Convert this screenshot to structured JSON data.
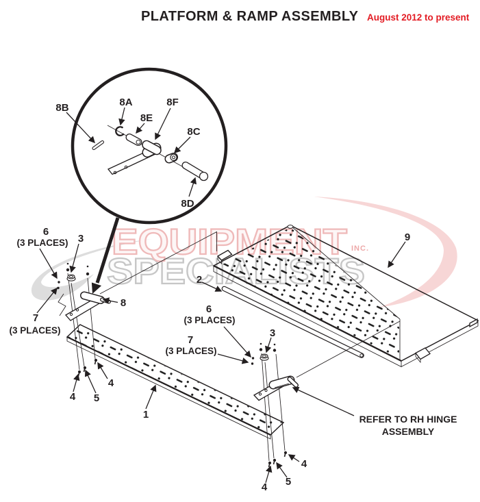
{
  "header": {
    "title": "PLATFORM & RAMP ASSEMBLY",
    "revision": "August 2012 to present"
  },
  "colors": {
    "line": "#231f20",
    "revision_red": "#e31b23",
    "watermark_red_outline": "#efb9b9",
    "watermark_gray_outline": "#c6c6c6",
    "watermark_swoosh_red": "#f6d2d2",
    "watermark_swoosh_gray": "#d2d2d2"
  },
  "watermark": {
    "word1": "EQUIPMENT",
    "word2": "SPECIALISTS",
    "word3": "INC."
  },
  "callouts": {
    "c6_left": {
      "num": "6",
      "note": "(3 PLACES)"
    },
    "c3_left": {
      "num": "3"
    },
    "c7_left": {
      "num": "7",
      "note": "(3 PLACES)"
    },
    "c8": {
      "num": "8"
    },
    "c2": {
      "num": "2"
    },
    "c9": {
      "num": "9"
    },
    "c6_mid": {
      "num": "6",
      "note": "(3 PLACES)"
    },
    "c7_mid": {
      "num": "7",
      "note": "(3 PLACES)"
    },
    "c3_mid": {
      "num": "3"
    },
    "c1": {
      "num": "1"
    },
    "c4_bl": {
      "num": "4"
    },
    "c5_bl": {
      "num": "5"
    },
    "c4_bl2": {
      "num": "4"
    },
    "c4_br": {
      "num": "4"
    },
    "c5_br": {
      "num": "5"
    },
    "c4_br2": {
      "num": "4"
    }
  },
  "detail": {
    "p8a": "8A",
    "p8b": "8B",
    "p8c": "8C",
    "p8d": "8D",
    "p8e": "8E",
    "p8f": "8F"
  },
  "note": {
    "line1": "REFER TO RH HINGE",
    "line2": "ASSEMBLY"
  }
}
